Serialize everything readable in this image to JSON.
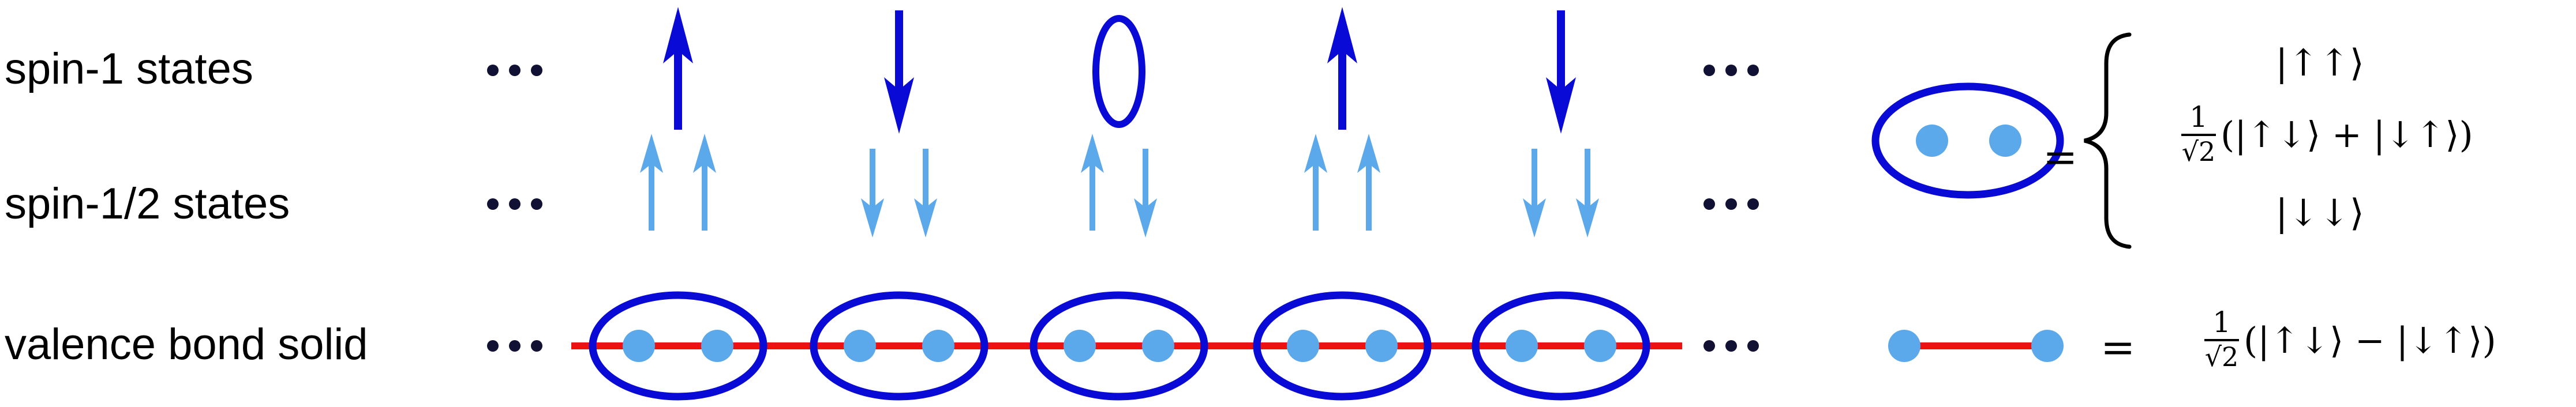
{
  "labels": {
    "spin1": "spin-1 states",
    "spin_half": "spin-1/2 states",
    "vbs": "valence bond solid"
  },
  "ellipsis": "•••",
  "spin1_sequence": [
    "up",
    "down",
    "zero",
    "up",
    "down"
  ],
  "spin_half_sequence": [
    [
      "up",
      "up"
    ],
    [
      "down",
      "down"
    ],
    [
      "up",
      "down"
    ],
    [
      "up",
      "up"
    ],
    [
      "down",
      "down"
    ]
  ],
  "legend": {
    "equals": "=",
    "triplet_up": "|↑↑⟩",
    "triplet_zero_fraction": {
      "numerator": "1",
      "denominator": "√2"
    },
    "triplet_zero_state": "(|↑↓⟩ + |↓↑⟩)",
    "triplet_down": "|↓↓⟩",
    "singlet_fraction": {
      "numerator": "1",
      "denominator": "√2"
    },
    "singlet_state": "(|↑↓⟩ − |↓↑⟩)"
  },
  "colors": {
    "spin1_arrow": "#0a0ad6",
    "spin_half_arrow": "#5ba8ea",
    "dot": "#5ba8ea",
    "ellipse": "#0a0ad6",
    "bond": "#ee1111",
    "ellipsis_dots": "#111133",
    "text": "#000000"
  }
}
